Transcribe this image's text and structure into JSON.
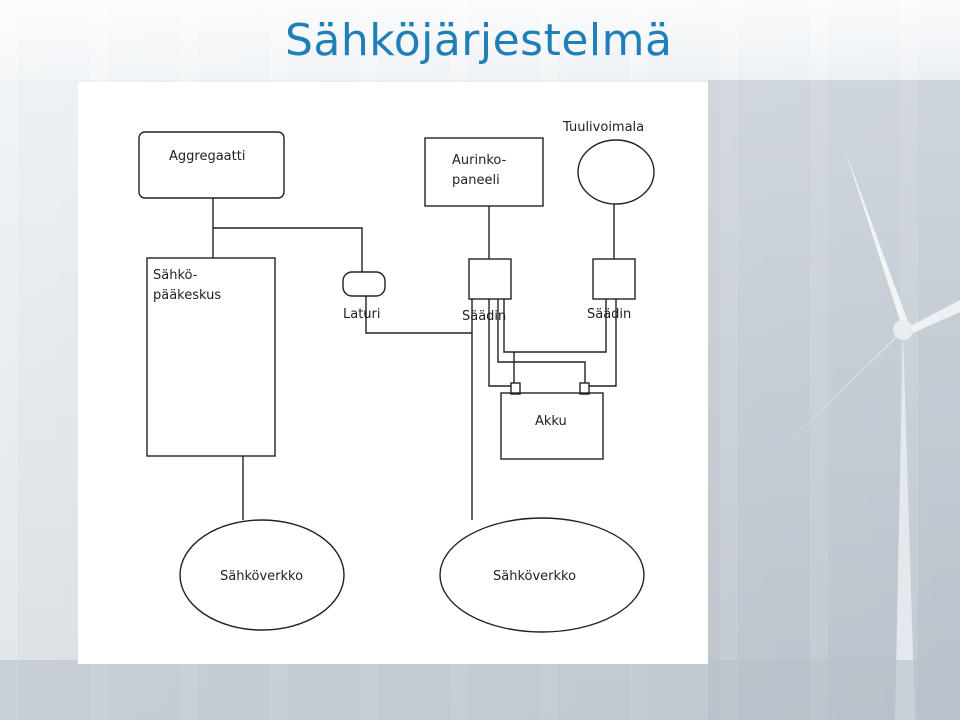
{
  "slide": {
    "title": "Sähköjärjestelmä"
  },
  "diagram": {
    "nodes": {
      "aggregaatti": "Aggregaatti",
      "aurinkopaneeli_line1": "Aurinko-",
      "aurinkopaneeli_line2": "paneeli",
      "tuulivoimala": "Tuulivoimala",
      "sahkopaakeskus_line1": "Sähkö-",
      "sahkopaakeskus_line2": "pääkeskus",
      "laturi": "Laturi",
      "saadin_solar": "Säädin",
      "saadin_wind": "Säädin",
      "akku": "Akku",
      "sahkoverkko_left": "Sähköverkko",
      "sahkoverkko_right": "Sähköverkko"
    }
  },
  "colors": {
    "title": "#1f7fb6",
    "lines": "#222222"
  }
}
